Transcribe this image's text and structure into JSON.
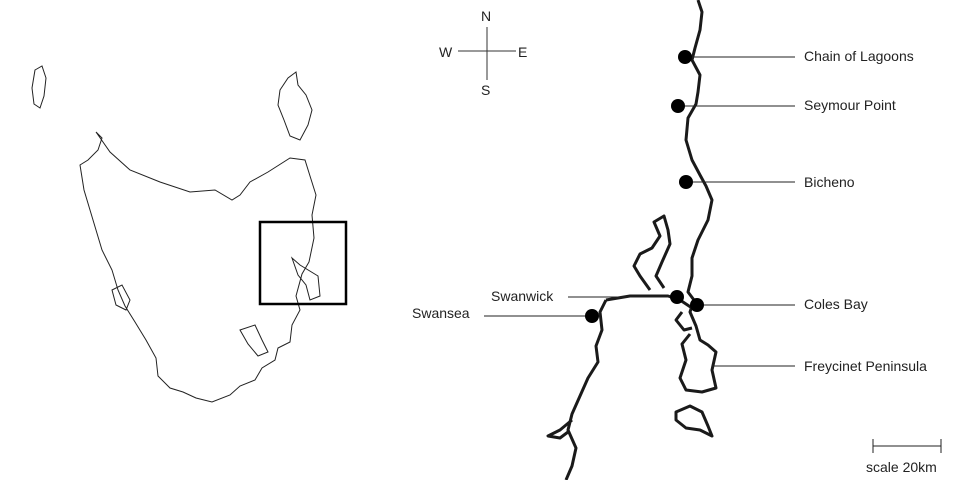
{
  "compass": {
    "north": "N",
    "south": "S",
    "east": "E",
    "west": "W"
  },
  "locations": [
    {
      "name": "Chain of Lagoons"
    },
    {
      "name": "Seymour Point"
    },
    {
      "name": "Bicheno"
    },
    {
      "name": "Coles Bay"
    },
    {
      "name": "Freycinet Peninsula"
    },
    {
      "name": "Swanwick"
    },
    {
      "name": "Swansea"
    }
  ],
  "scale": {
    "label": "scale 20km",
    "distance_km": 20
  },
  "colors": {
    "coast": "#1a1a1a",
    "marker": "#000000",
    "background": "#ffffff"
  }
}
